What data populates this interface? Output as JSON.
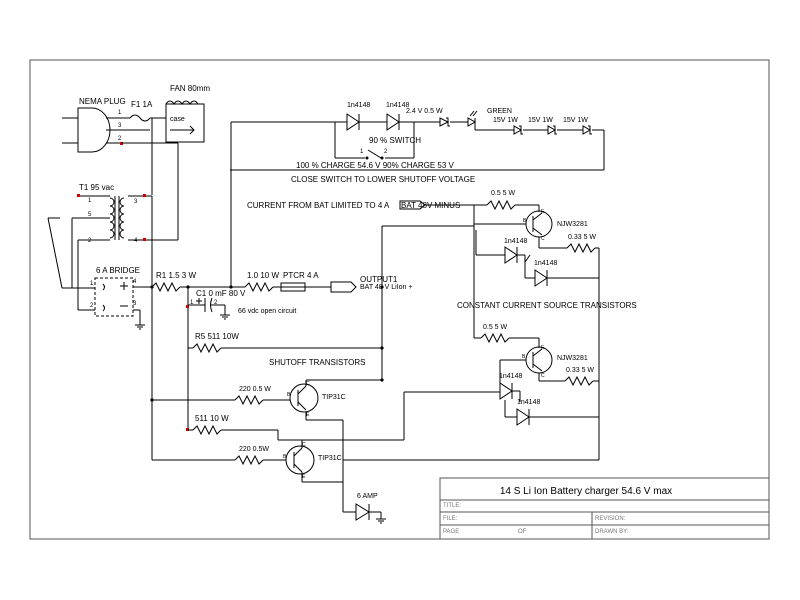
{
  "title_block": {
    "title": "14 S Li Ion Battery charger 54.6  V max",
    "title_label": "TITLE:",
    "file_label": "FILE:",
    "revision_label": "REVISION:",
    "page_label": "PAGE",
    "of_label": "OF",
    "drawn_by_label": "DRAWN BY:"
  },
  "labels": {
    "nema_plug": "NEMA PLUG",
    "fuse": "F1 1A",
    "fan": "FAN 80mm",
    "case": "case",
    "plug_pin1": "1",
    "plug_pin2": "2",
    "plug_pin3": "3",
    "transformer": "T1 95 vac",
    "t_pin1": "1",
    "t_pin5": "5",
    "t_pin2": "2",
    "t_pin3": "3",
    "t_pin4": "4",
    "bridge": "6 A BRIDGE",
    "r1": "R1 1.5 3 W",
    "cap": "C1 0 mF 80 V",
    "open_circuit": "66 vdc open circuit",
    "r_1ohm": "1.0 10 W",
    "ptcr": "PTCR 4 A",
    "output": "OUTPUT1",
    "battery": "BAT 48 V LiIon +",
    "d1": "1n4148",
    "d2": "1n4148",
    "zener_24": "2.4 V 0.5 W",
    "green": "GREEN",
    "z15a": "15V 1W",
    "z15b": "15V 1W",
    "z15c": "15V 1W",
    "switch90": "90 % SWITCH",
    "sw_pin1": "1",
    "sw_pin2": "2",
    "charge_levels": "100 % CHARGE 54.6 V  90% CHARGE 53  V",
    "close_switch": "CLOSE SWITCH TO LOWER SHUTOFF VOLTAGE",
    "current_limit": "CURRENT FROM BAT LIMITED TO 4 A",
    "bat_minus": "BAT 48V MINUS",
    "r05a": "0.5 5 W",
    "q_njw1": "NJW3281",
    "r033a": "0.33 5 W",
    "d3": "1n4148",
    "d4": "1n4148",
    "constant_current": "CONSTANT CURRENT SOURCE TRANSISTORS",
    "r05b": "0.5 5 W",
    "q_njw2": "NJW3281",
    "r033b": "0.33 5 W",
    "d5": "1n4148",
    "d6": "1n4148",
    "r5": "R5 511 10W",
    "shutoff": "SHUTOFF TRANSISTORS",
    "r220a": "220 0.5 W",
    "tip1": "TIP31C",
    "r511": "511 10 W",
    "r220b": "220 0.5W",
    "tip2": "TIP31C",
    "amp6": "6 AMP",
    "bridge_p1": "1",
    "bridge_p2": "2",
    "bridge_p3": "3",
    "bridge_p4": "4",
    "cap_p1": "1",
    "cap_p2": "2",
    "q_b": "B",
    "q_c": "C",
    "q_e": "E"
  }
}
